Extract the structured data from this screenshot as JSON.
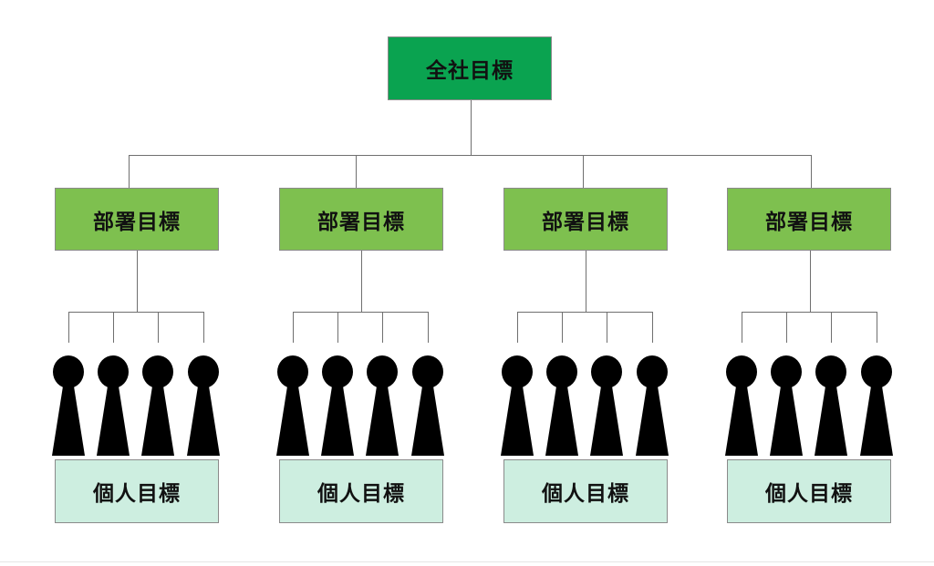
{
  "diagram": {
    "company_goal": "全社目標",
    "departments": [
      {
        "label": "部署目標",
        "individual_label": "個人目標",
        "members": 4
      },
      {
        "label": "部署目標",
        "individual_label": "個人目標",
        "members": 4
      },
      {
        "label": "部署目標",
        "individual_label": "個人目標",
        "members": 4
      },
      {
        "label": "部署目標",
        "individual_label": "個人目標",
        "members": 4
      }
    ]
  },
  "colors": {
    "company_box": "#0aa350",
    "department_box": "#7ec04f",
    "individual_box": "#cdeee0",
    "connector": "#6f6f6f",
    "person": "#000000"
  },
  "icons": {
    "person": "person-icon"
  }
}
